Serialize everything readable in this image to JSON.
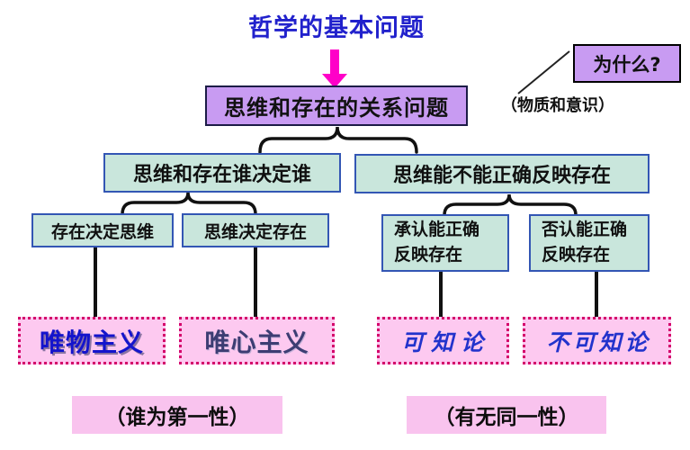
{
  "title": "哲学的基本问题",
  "annotation": {
    "why": "为什么?",
    "note": "（物质和意识）"
  },
  "root": {
    "label": "思维和存在的关系问题"
  },
  "branches": [
    {
      "question": "思维和存在谁决定谁",
      "options": [
        {
          "label": "存在决定思维",
          "conclusion": "唯物主义"
        },
        {
          "label": "思维决定存在",
          "conclusion": "唯心主义"
        }
      ],
      "footer": "（谁为第一性）"
    },
    {
      "question": "思维能不能正确反映存在",
      "options": [
        {
          "line1": "承认能正确",
          "line2": "反映存在",
          "conclusion": "可知论"
        },
        {
          "line1": "否认能正确",
          "line2": "反映存在",
          "conclusion": "不可知论"
        }
      ],
      "footer": "（有无同一性）"
    }
  ],
  "colors": {
    "title_blue": "#2121cc",
    "arrow_magenta": "#ff00c8",
    "purple_fill": "#c89bf2",
    "teal_fill": "#c9e6dc",
    "teal_border": "#3356b4",
    "pink_fill": "#fdc9f0",
    "dotted_border": "#d4006a",
    "footer_pink": "#f9c3ee",
    "materialism_text": "#1414cc",
    "idealism_text": "#3d3d73",
    "knowable_text": "#2233cc"
  }
}
